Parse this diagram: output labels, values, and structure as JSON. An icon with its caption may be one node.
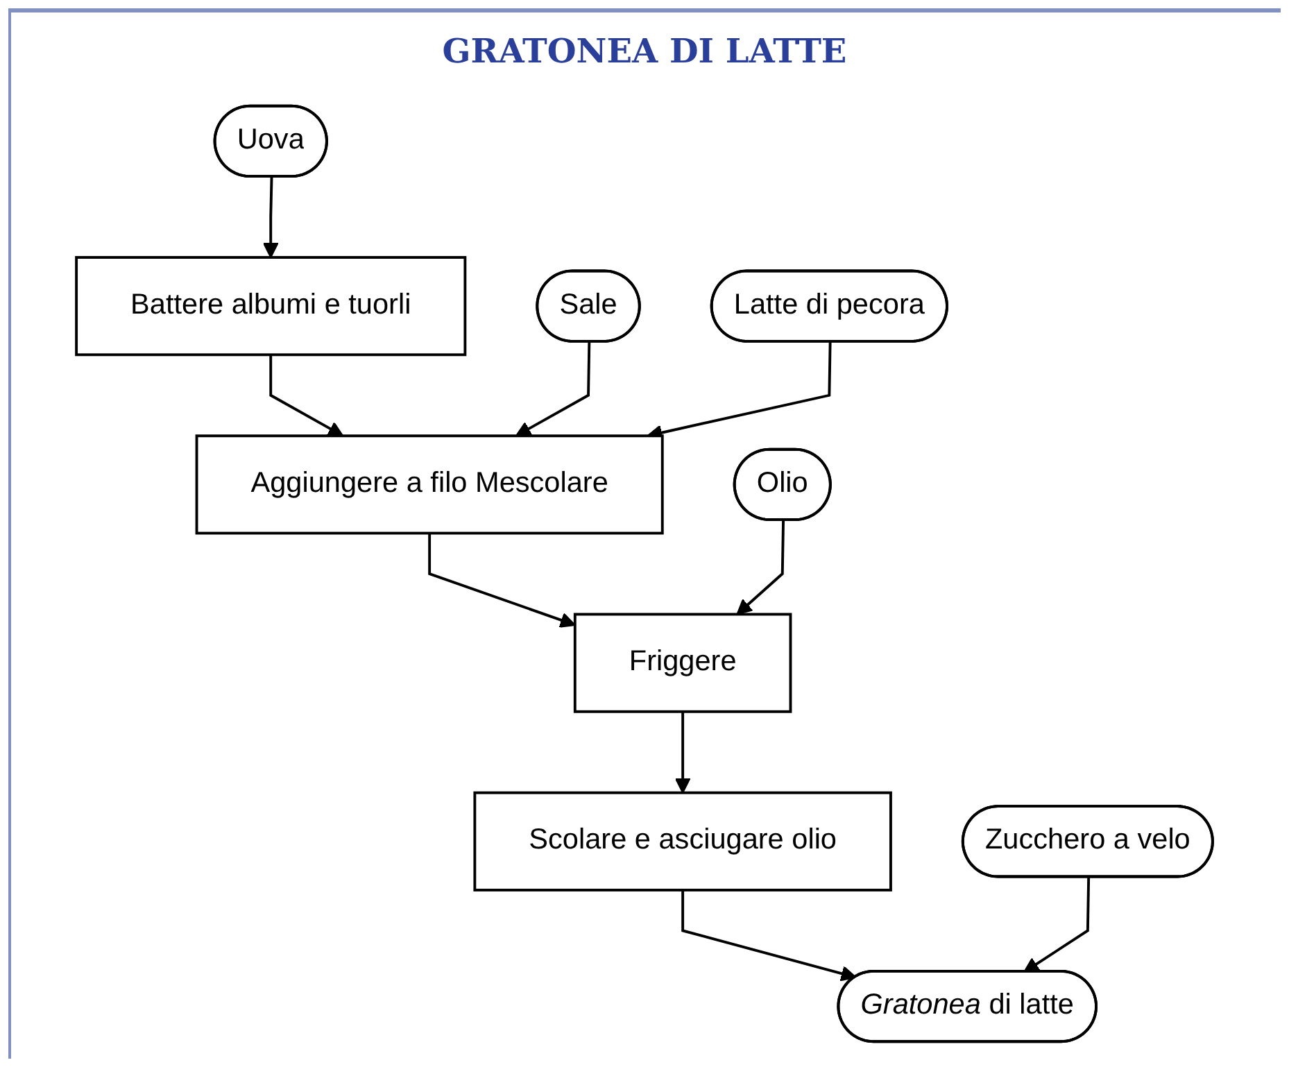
{
  "diagram": {
    "title": "GRATONEA DI LATTE",
    "nodes": [
      {
        "text": [
          "Uova"
        ]
      },
      {
        "text": [
          "Battere albumi e tuorli"
        ]
      },
      {
        "text": [
          "Sale"
        ]
      },
      {
        "text": [
          "Aggiungere a filo Mescolare"
        ]
      },
      {
        "text": [
          "Latte di pecora"
        ]
      },
      {
        "text": [
          "Olio"
        ]
      },
      {
        "text": [
          "Friggere"
        ]
      },
      {
        "text": [
          "Scolare e asciugare olio"
        ]
      },
      {
        "text": [
          "Zucchero a velo"
        ]
      },
      {
        "text": [
          "*Gratonea* di latte"
        ]
      }
    ],
    "edges": [
      {
        "from": 0,
        "to": 1,
        "arrow": "to"
      },
      {
        "from": 1,
        "to": 3,
        "arrow": "to"
      },
      {
        "from": 2,
        "to": 3,
        "arrow": "to"
      },
      {
        "from": 4,
        "to": 3,
        "arrow": "to"
      },
      {
        "from": 3,
        "to": 6,
        "arrow": "to"
      },
      {
        "from": 5,
        "to": 6,
        "arrow": "to"
      },
      {
        "from": 6,
        "to": 7,
        "arrow": "to"
      },
      {
        "from": 7,
        "to": 9,
        "arrow": "to"
      },
      {
        "from": 8,
        "to": 9,
        "arrow": "to"
      }
    ]
  }
}
